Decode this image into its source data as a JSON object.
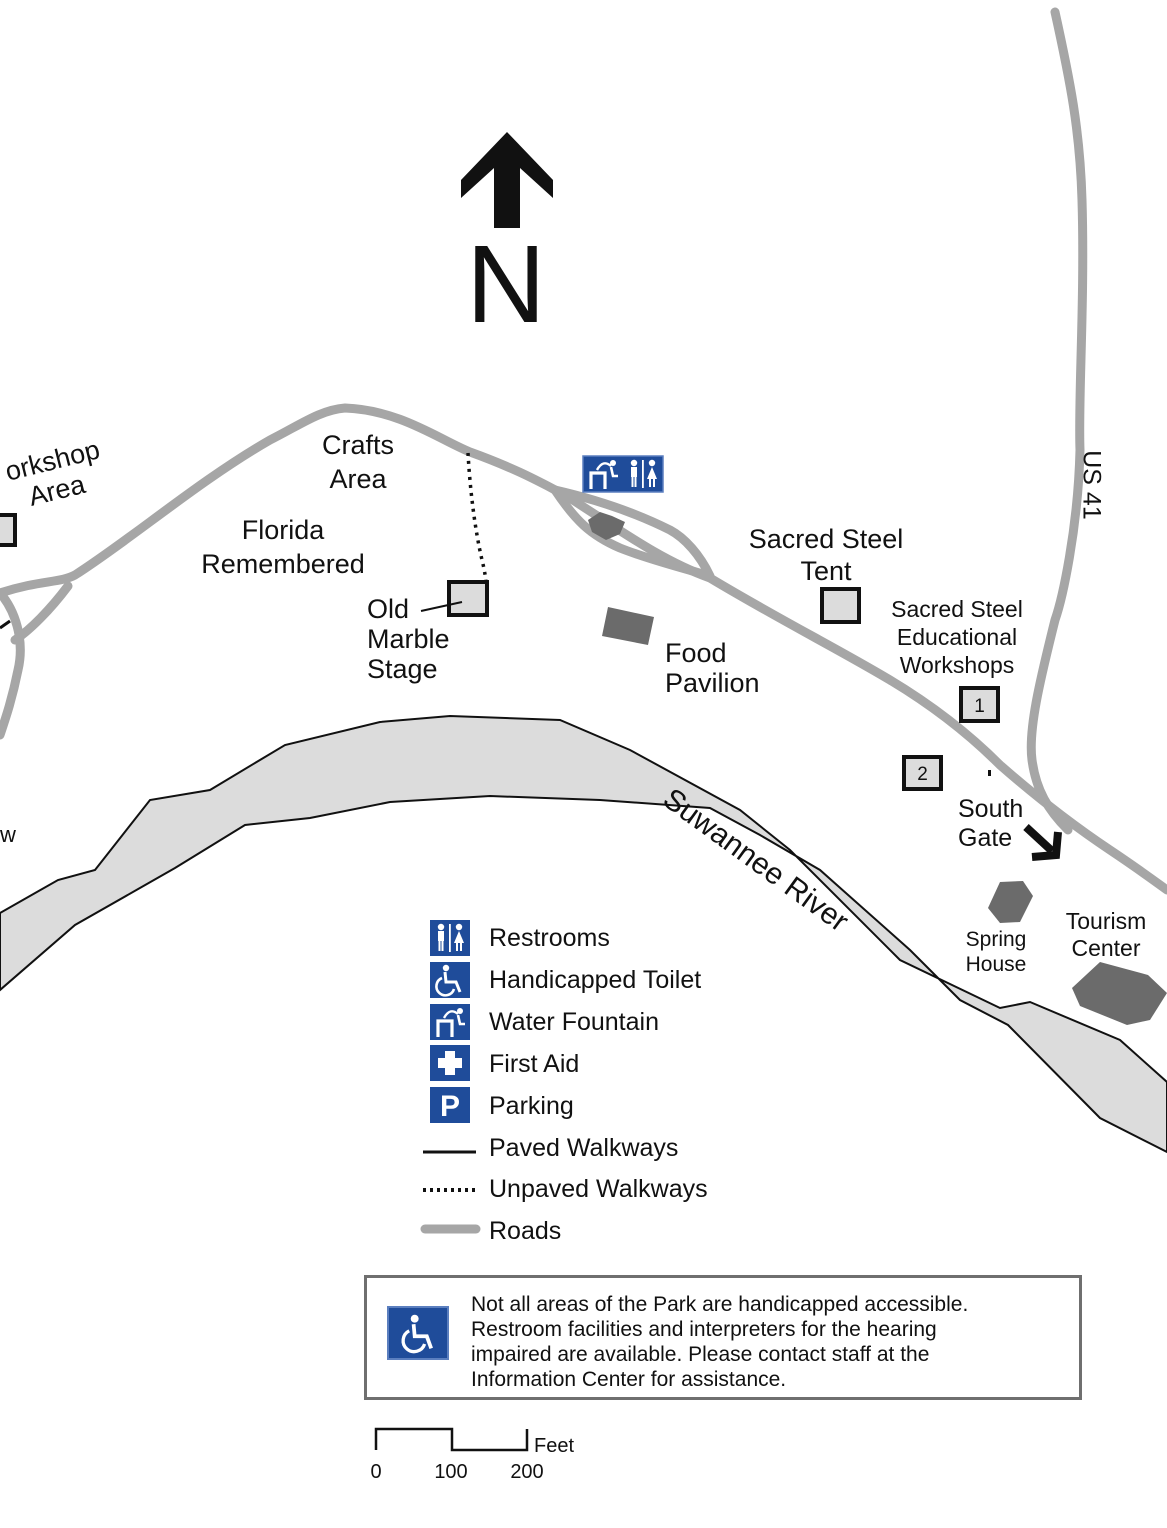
{
  "compass": {
    "letter": "N"
  },
  "places": {
    "workshop_area": [
      "orkshop",
      "Area"
    ],
    "crafts_area": [
      "Crafts",
      "Area"
    ],
    "florida_remembered": [
      "Florida",
      "Remembered"
    ],
    "old_marble_stage": [
      "Old",
      "Marble",
      "Stage"
    ],
    "food_pavilion": [
      "Food",
      "Pavilion"
    ],
    "sacred_steel_tent": [
      "Sacred Steel",
      "Tent"
    ],
    "sacred_steel_workshops": [
      "Sacred Steel",
      "Educational",
      "Workshops"
    ],
    "south_gate": [
      "South",
      "Gate"
    ],
    "spring_house": [
      "Spring",
      "House"
    ],
    "tourism_center": [
      "Tourism",
      "Center"
    ],
    "road_us41": "US 41",
    "river": "Suwannee River",
    "edge_fragment": "w",
    "marker_1": "1",
    "marker_2": "2"
  },
  "legend": {
    "items": [
      {
        "icon": "restroom-icon",
        "label": "Restrooms"
      },
      {
        "icon": "handicapped-icon",
        "label": "Handicapped Toilet"
      },
      {
        "icon": "water-fountain-icon",
        "label": "Water Fountain"
      },
      {
        "icon": "first-aid-icon",
        "label": "First Aid"
      },
      {
        "icon": "parking-icon",
        "label": "Parking",
        "glyph": "P"
      },
      {
        "icon": "paved-walkway-line",
        "label": "Paved Walkways"
      },
      {
        "icon": "unpaved-walkway-line",
        "label": "Unpaved Walkways"
      },
      {
        "icon": "road-line",
        "label": "Roads"
      }
    ]
  },
  "notice": {
    "lines": [
      "Not all areas of the Park are handicapped accessible.",
      "Restroom facilities and interpreters for the hearing",
      "impaired are available. Please contact staff at the",
      "Information Center for assistance."
    ]
  },
  "scale": {
    "unit": "Feet",
    "ticks": [
      "0",
      "100",
      "200"
    ]
  },
  "colors": {
    "road": "#a6a6a6",
    "river": "#dcdcdc",
    "building": "#6b6b6b",
    "icon_blue": "#1f4c9a"
  }
}
